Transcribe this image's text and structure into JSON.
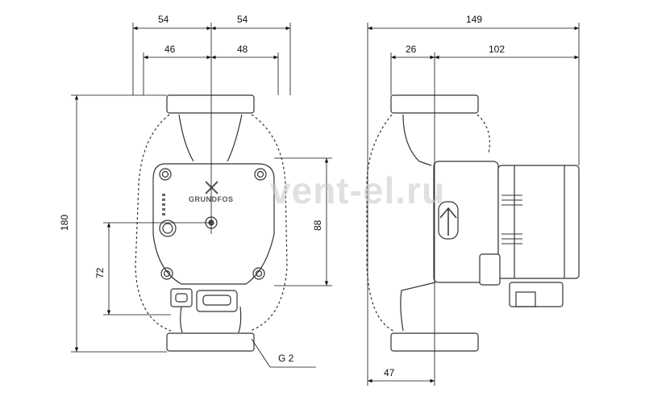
{
  "watermark": "vent-el.ru",
  "brand": "GRUNDFOS",
  "front_view": {
    "dim_top_left": "54",
    "dim_top_right": "54",
    "dim_inner_left": "46",
    "dim_inner_right": "48",
    "dim_height": "180",
    "dim_axis": "72",
    "dim_module": "88",
    "dim_thread": "G 2"
  },
  "side_view": {
    "dim_total": "149",
    "dim_left": "26",
    "dim_right": "102",
    "dim_bottom": "47"
  }
}
